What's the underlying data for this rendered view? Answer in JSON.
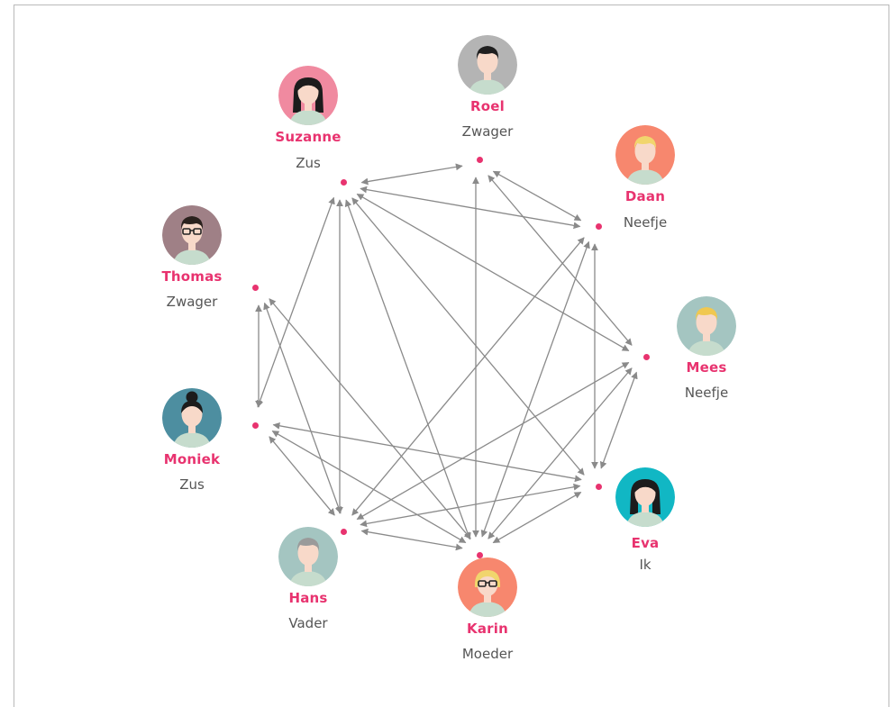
{
  "colors": {
    "accent": "#e8336f",
    "edge": "#8a8a8a",
    "role_text": "#555555",
    "skin": "#f8d9c9",
    "shirt": "#c6dccd"
  },
  "people": [
    {
      "id": "roel",
      "name": "Roel",
      "role": "Zwager",
      "bg": "#b4b4b4",
      "hair": "#1f1f1f",
      "hair_style": "short",
      "glasses": false
    },
    {
      "id": "daan",
      "name": "Daan",
      "role": "Neefje",
      "bg": "#f7876e",
      "hair": "#f1d56d",
      "hair_style": "short",
      "glasses": false
    },
    {
      "id": "mees",
      "name": "Mees",
      "role": "Neefje",
      "bg": "#a4c5c1",
      "hair": "#f0c850",
      "hair_style": "short",
      "glasses": false
    },
    {
      "id": "eva",
      "name": "Eva",
      "role": "Ik",
      "bg": "#11b7c4",
      "hair": "#1c1c1c",
      "hair_style": "long",
      "glasses": false
    },
    {
      "id": "karin",
      "name": "Karin",
      "role": "Moeder",
      "bg": "#f7876e",
      "hair": "#f1d56d",
      "hair_style": "bob",
      "glasses": true
    },
    {
      "id": "hans",
      "name": "Hans",
      "role": "Vader",
      "bg": "#a4c5c1",
      "hair": "#9a9a9a",
      "hair_style": "short",
      "glasses": false
    },
    {
      "id": "moniek",
      "name": "Moniek",
      "role": "Zus",
      "bg": "#4d8ea0",
      "hair": "#1c1c1c",
      "hair_style": "bun",
      "glasses": false
    },
    {
      "id": "thomas",
      "name": "Thomas",
      "role": "Zwager",
      "bg": "#9f8086",
      "hair": "#2a211d",
      "hair_style": "short",
      "glasses": true
    },
    {
      "id": "suzanne",
      "name": "Suzanne",
      "role": "Zus",
      "bg": "#f08aa0",
      "hair": "#1c1c1c",
      "hair_style": "long",
      "glasses": false
    }
  ],
  "edges": [
    [
      "suzanne",
      "roel"
    ],
    [
      "suzanne",
      "daan"
    ],
    [
      "suzanne",
      "mees"
    ],
    [
      "suzanne",
      "eva"
    ],
    [
      "suzanne",
      "karin"
    ],
    [
      "suzanne",
      "hans"
    ],
    [
      "suzanne",
      "moniek"
    ],
    [
      "roel",
      "daan"
    ],
    [
      "roel",
      "mees"
    ],
    [
      "roel",
      "karin"
    ],
    [
      "daan",
      "hans"
    ],
    [
      "daan",
      "eva"
    ],
    [
      "daan",
      "karin"
    ],
    [
      "mees",
      "karin"
    ],
    [
      "mees",
      "hans"
    ],
    [
      "mees",
      "eva"
    ],
    [
      "eva",
      "karin"
    ],
    [
      "eva",
      "moniek"
    ],
    [
      "eva",
      "hans"
    ],
    [
      "karin",
      "hans"
    ],
    [
      "karin",
      "moniek"
    ],
    [
      "karin",
      "thomas"
    ],
    [
      "hans",
      "moniek"
    ],
    [
      "hans",
      "thomas"
    ],
    [
      "moniek",
      "thomas"
    ]
  ]
}
